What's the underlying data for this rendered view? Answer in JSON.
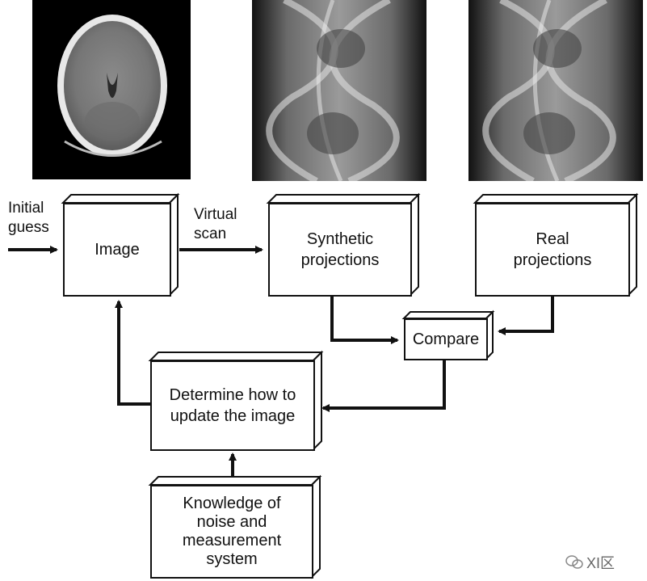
{
  "images": {
    "ct_scan": "brain-ct-slice",
    "synthetic_sinogram": "synthetic-sinogram",
    "real_sinogram": "real-sinogram"
  },
  "labels": {
    "initial_guess": "Initial guess",
    "virtual_scan": "Virtual scan"
  },
  "boxes": {
    "image": "Image",
    "synthetic": "Synthetic projections",
    "real": "Real projections",
    "compare": "Compare",
    "update": "Determine how to update the image",
    "knowledge": "Knowledge of noise and measurement system"
  },
  "watermark": "XI区",
  "colors": {
    "line": "#111111",
    "box_face": "#ffffff",
    "image_bg": "#000000"
  }
}
